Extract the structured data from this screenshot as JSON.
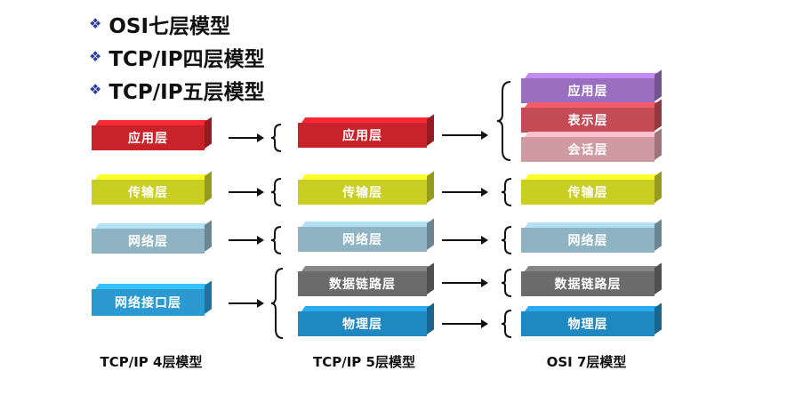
{
  "bullets": [
    {
      "icon": "diamond-bullet-icon",
      "text": "OSI七层模型"
    },
    {
      "icon": "diamond-bullet-icon",
      "text": "TCP/IP四层模型"
    },
    {
      "icon": "diamond-bullet-icon",
      "text": "TCP/IP五层模型"
    }
  ],
  "colors": {
    "application": "#c8222a",
    "transport": "#c9ce22",
    "network": "#8eb3c3",
    "interface": "#2a9ad0",
    "datalink": "#6b6b6b",
    "physical": "#1f88c0",
    "presentation": "#c44a55",
    "session": "#d09aa3",
    "app7": "#9a6fc1"
  },
  "tcpip4": {
    "label": "TCP/IP 4层模型",
    "layers": [
      "应用层",
      "传输层",
      "网络层",
      "网络接口层"
    ]
  },
  "tcpip5": {
    "label": "TCP/IP 5层模型",
    "layers": [
      "应用层",
      "传输层",
      "网络层",
      "数据链路层",
      "物理层"
    ]
  },
  "osi7": {
    "label": "OSI 7层模型",
    "layers": [
      "应用层",
      "表示层",
      "会话层",
      "传输层",
      "网络层",
      "数据链路层",
      "物理层"
    ]
  }
}
